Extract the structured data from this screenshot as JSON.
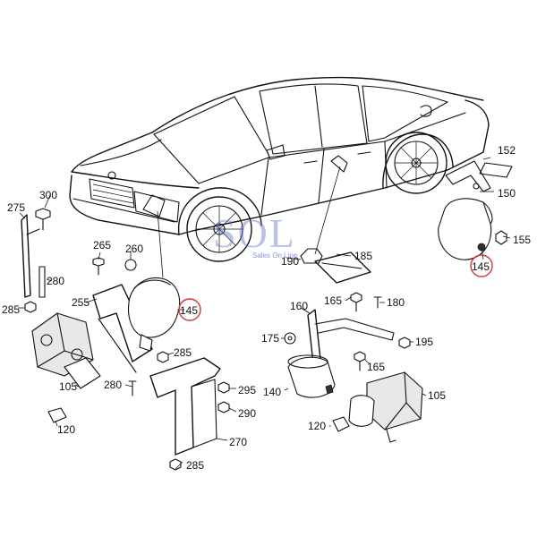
{
  "watermark": {
    "logo": "SOL",
    "tagline": "Sales On Line"
  },
  "callouts": {
    "c152": "152",
    "c150": "150",
    "c155": "155",
    "c145_right": "145",
    "c300": "300",
    "c275": "275",
    "c280_left": "280",
    "c285_left": "285",
    "c255": "255",
    "c265": "265",
    "c260": "260",
    "c145_left": "145",
    "c285_mid": "285",
    "c105_left": "105",
    "c280_mid": "280",
    "c120_left": "120",
    "c295": "295",
    "c290": "290",
    "c270": "270",
    "c285_bottom": "285",
    "c190": "190",
    "c185": "185",
    "c165_top": "165",
    "c180": "180",
    "c160": "160",
    "c175": "175",
    "c195": "195",
    "c165_mid": "165",
    "c140": "140",
    "c105_right": "105",
    "c120_right": "120"
  },
  "colors": {
    "line": "#111111",
    "highlight_ring": "#d23a3a",
    "watermark": "#6b78c9"
  }
}
